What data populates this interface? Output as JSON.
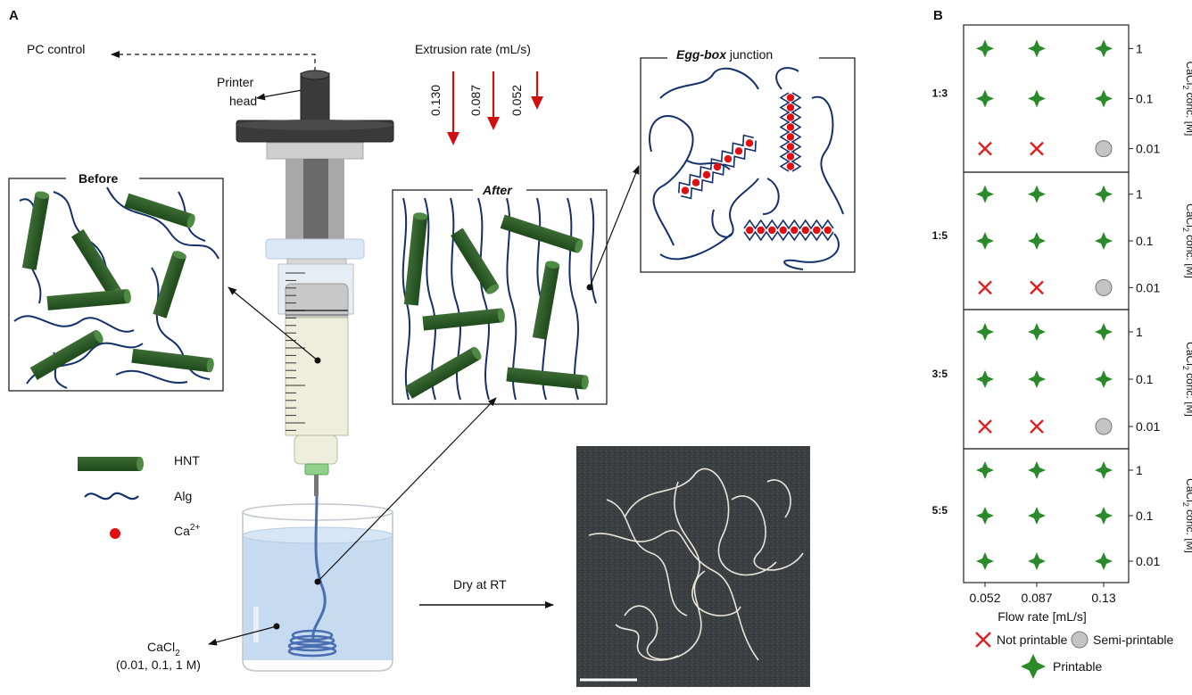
{
  "panel_a": {
    "letter": "A",
    "pc_control": "PC control",
    "printer_head": [
      "Printer",
      "head"
    ],
    "extrusion_title": "Extrusion rate (mL/s)",
    "rates": [
      "0.130",
      "0.087",
      "0.052"
    ],
    "before_label": "Before",
    "after_label": "After",
    "eggbox_bold": "Egg-box",
    "eggbox_rest": " junction",
    "legend": {
      "hnt": "HNT",
      "alg": "Alg",
      "ca": "Ca",
      "ca_sup": "2+"
    },
    "cacl2_main": "CaCl",
    "cacl2_sub": "2",
    "cacl2_conc": "(0.01, 0.1, 1 M)",
    "dry_label": "Dry at RT"
  },
  "panel_b": {
    "letter": "B",
    "ratios": [
      "1:3",
      "1:5",
      "3:5",
      "5:5"
    ],
    "conc_ticks": [
      "1",
      "0.1",
      "0.01"
    ],
    "flow_ticks": [
      "0.052",
      "0.087",
      "0.13"
    ],
    "xlabel": "Flow rate [mL/s]",
    "ylabel_pre": "CaCl",
    "ylabel_sub": "2",
    "ylabel_post": " conc. [M]",
    "legend": {
      "not": "Not printable",
      "semi": "Semi-printable",
      "printable": "Printable"
    },
    "colors": {
      "printable": "#2a8a2a",
      "not": "#e02020",
      "semi": "#c4c4c4"
    }
  },
  "chart_data": {
    "type": "scatter",
    "x": [
      "0.052",
      "0.087",
      "0.13"
    ],
    "y": [
      "1",
      "0.1",
      "0.01"
    ],
    "xlabel": "Flow rate [mL/s]",
    "ylabel": "CaCl2 conc. [M]",
    "categories": [
      "Not printable",
      "Semi-printable",
      "Printable"
    ],
    "panels": [
      {
        "ratio": "1:3",
        "grid": [
          [
            "printable",
            "printable",
            "printable"
          ],
          [
            "printable",
            "printable",
            "printable"
          ],
          [
            "not",
            "not",
            "semi"
          ]
        ]
      },
      {
        "ratio": "1:5",
        "grid": [
          [
            "printable",
            "printable",
            "printable"
          ],
          [
            "printable",
            "printable",
            "printable"
          ],
          [
            "not",
            "not",
            "semi"
          ]
        ]
      },
      {
        "ratio": "3:5",
        "grid": [
          [
            "printable",
            "printable",
            "printable"
          ],
          [
            "printable",
            "printable",
            "printable"
          ],
          [
            "not",
            "not",
            "semi"
          ]
        ]
      },
      {
        "ratio": "5:5",
        "grid": [
          [
            "printable",
            "printable",
            "printable"
          ],
          [
            "printable",
            "printable",
            "printable"
          ],
          [
            "printable",
            "printable",
            "printable"
          ]
        ]
      }
    ]
  }
}
